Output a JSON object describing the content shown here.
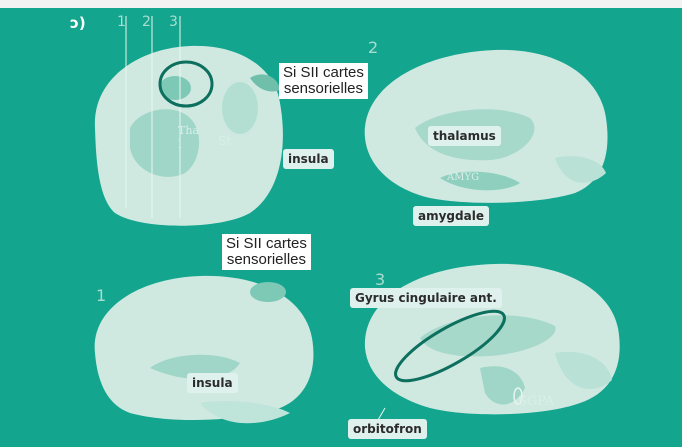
{
  "panel_letter": "ɔ)",
  "slice_numbers": [
    "1",
    "2",
    "3"
  ],
  "view_numbers": {
    "top_right": "2",
    "bottom_left": "1",
    "bottom_right": "3"
  },
  "labels": {
    "si_sii_top": [
      "Si SII cartes",
      "sensorielles"
    ],
    "si_sii_middle": [
      "Si SII cartes",
      "sensorielles"
    ],
    "insula_top": "insula",
    "thalamus": "thalamus",
    "amygdale": "amygdale",
    "gyrus": "Gyrus cingulaire ant.",
    "insula_bottom": "insula",
    "orbitofron": "orbitofron"
  },
  "inline_labels": {
    "tha": "Tha",
    "l": "l",
    "st": "St",
    "amyg": "AMYG",
    "sgpa": "SGPA"
  },
  "colors": {
    "background": "#14a58f",
    "brain_light": "#cfe9e1",
    "brain_dark": "#7ec8b6",
    "outline": "#0d6f5d",
    "label_bg": "#dff1ec"
  }
}
